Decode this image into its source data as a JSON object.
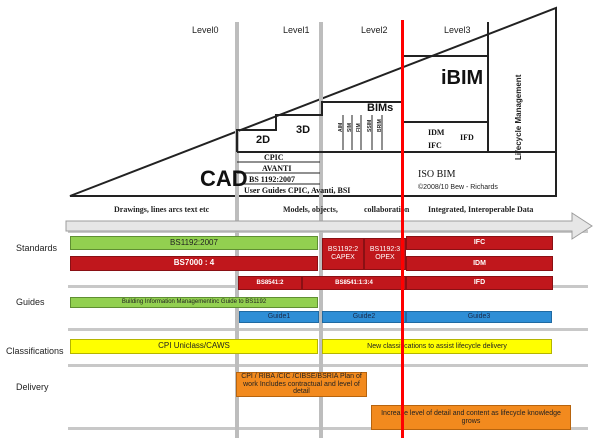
{
  "levels": {
    "l0": "Level0",
    "l1": "Level1",
    "l2": "Level2",
    "l3": "Level3"
  },
  "triangle": {
    "cad": "CAD",
    "d2": "2D",
    "d3": "3D",
    "bims": "BIMs",
    "ibim": "iBIM",
    "lifecycle": "Lifecycle Management",
    "idm": "IDM",
    "ifc": "IFC",
    "ifd": "IFD",
    "iso_bim": "ISO BIM",
    "copyright": "©2008/10 Bew -    Richards",
    "model_labels": [
      "AIM",
      "SIM",
      "FIM",
      "SSIM",
      "BRIM"
    ],
    "standards_stack": [
      "CPIC",
      "AVANTI",
      "BS 1192:2007",
      "User Guides CPIC, Avanti, BSI"
    ]
  },
  "arrow_caption": {
    "drawings": "Drawings,    lines arcs text etc",
    "models": "Models, objects,",
    "collab": "collaboration",
    "integrated": "Integrated,  Interoperable Data"
  },
  "rows": {
    "standards": "Standards",
    "guides": "Guides",
    "classifications": "Classifications",
    "delivery": "Delivery"
  },
  "standards": {
    "bs1192": "BS1192:2007",
    "bs7000": "BS7000 : 4",
    "capex": "BS1192:2 CAPEX",
    "opex": "BS1192:3 OPEX",
    "ifc": "IFC",
    "idm": "IDM",
    "bs8541_2": "BS8541:2",
    "bs8541_134": "BS8541:1:3:4",
    "ifd": "IFD"
  },
  "guides": {
    "bim_guide": "Building Information Managementinc Guide to BS1192",
    "guide1": "Guide1",
    "guide2": "Guide2",
    "guide3": "Guide3"
  },
  "classifications": {
    "cpi": "CPI Uniclass/CAWS",
    "new": "New classifications to assist lifecycle delivery"
  },
  "delivery": {
    "plan": "CPI / RIBA /CIC /CIBSE/BSRIA Plan of work Includes contractual and level of detail",
    "increase": "Increase level of detail and content as lifecycle knowledge grows"
  },
  "colors": {
    "red": "#c0171c",
    "green": "#92d050",
    "blue": "#2e8ed6",
    "yellow": "#ffff00",
    "orange": "#f28a1e",
    "divider": "#ff0000"
  }
}
